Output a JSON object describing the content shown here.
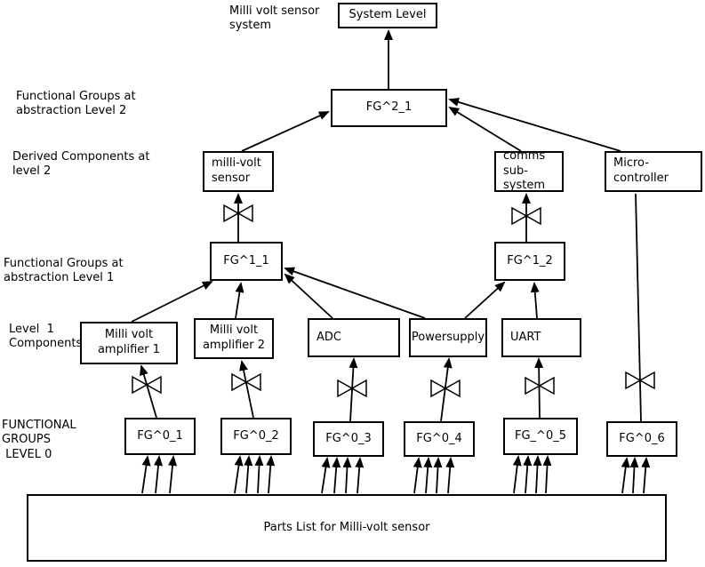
{
  "diagram": {
    "side_labels": {
      "system": "Milli volt sensor\nsystem",
      "level2_groups": "Functional Groups at\nabstraction Level 2",
      "level2_derived": "Derived Components at\nlevel 2",
      "level1_groups": "Functional Groups at\nabstraction Level 1",
      "level1_components": "Level  1\nComponents",
      "level0_groups": "FUNCTIONAL\nGROUPS\n LEVEL 0"
    },
    "nodes": {
      "system_level": "System Level",
      "fg2_1": "FG^2_1",
      "millivolt_sensor": "milli-volt\nsensor",
      "comms_subsystem": "comms\nsub-system",
      "microcontroller": "Micro-\ncontroller",
      "fg1_1": "FG^1_1",
      "fg1_2": "FG^1_2",
      "amp1": "Milli volt\namplifier 1",
      "amp2": "Milli volt\namplifier 2",
      "adc": "ADC",
      "powersupply": "Powersupply",
      "uart": "UART",
      "fg0_1": "FG^0_1",
      "fg0_2": "FG^0_2",
      "fg0_3": "FG^0_3",
      "fg0_4": "FG^0_4",
      "fg0_5": "FG_^0_5",
      "fg0_6": "FG^0_6",
      "parts_list": "Parts List for Milli-volt sensor"
    },
    "colors": {
      "line": "#000000",
      "background": "#ffffff"
    }
  }
}
